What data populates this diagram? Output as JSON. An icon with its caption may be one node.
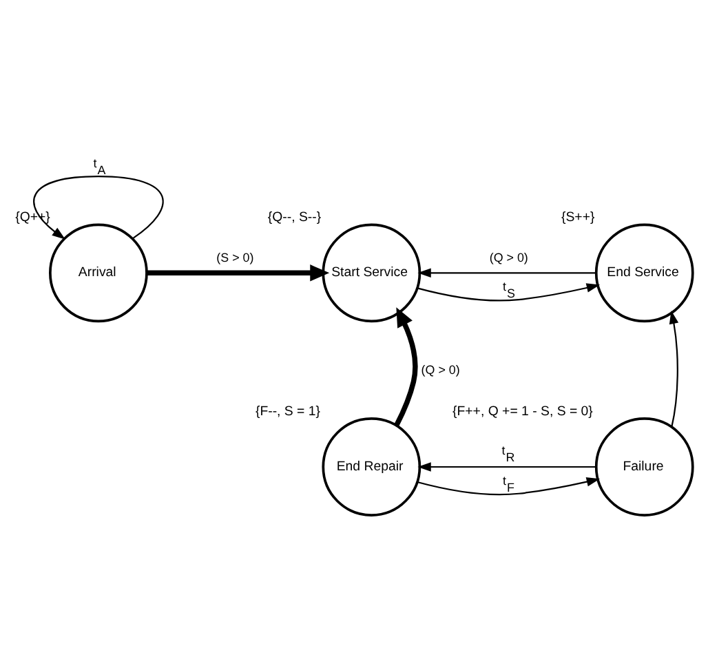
{
  "diagram": {
    "nodes": [
      {
        "text": [
          "Arrival"
        ],
        "beside": [
          "{Q++}"
        ]
      },
      {
        "text": [
          "Start Service"
        ],
        "beside": [
          "{Q--, S--}"
        ]
      },
      {
        "text": [
          "End Service"
        ],
        "beside": [
          "{S++}"
        ]
      },
      {
        "text": [
          "End Repair"
        ],
        "beside": [
          "{F--, S = 1}"
        ]
      },
      {
        "text": [
          "Failure"
        ],
        "beside": [
          "{F++, Q += 1 - S, S = 0}"
        ]
      }
    ],
    "edges": [
      {
        "from": 0,
        "to": 0,
        "arrow": "to",
        "label": "t$_{A}$"
      },
      {
        "from": 0,
        "to": 1,
        "arrow": "to",
        "label": "(S > 0)",
        "style": "thick"
      },
      {
        "from": 1,
        "to": 2,
        "arrow": "to",
        "label": "t$_{S}$"
      },
      {
        "from": 2,
        "to": 1,
        "arrow": "to",
        "label": "(Q > 0)"
      },
      {
        "from": 3,
        "to": 1,
        "arrow": "to",
        "label": "(Q > 0)",
        "style": "thick"
      },
      {
        "from": 3,
        "to": 4,
        "arrow": "to",
        "label": "t$_{F}$"
      },
      {
        "from": 4,
        "to": 3,
        "arrow": "to",
        "label": "t$_{R}$"
      },
      {
        "from": 4,
        "to": 2,
        "arrow": "to"
      }
    ]
  }
}
